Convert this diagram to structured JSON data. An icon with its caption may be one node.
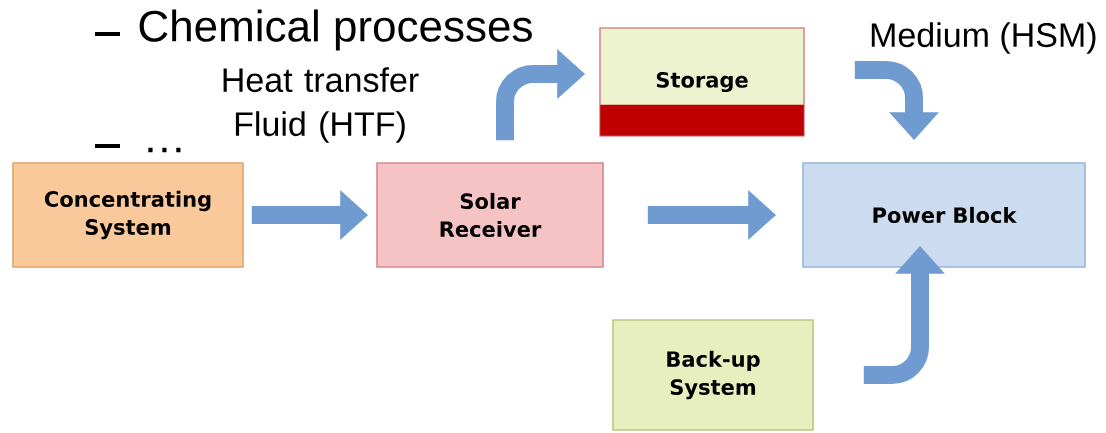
{
  "diagram": {
    "nodes": [
      {
        "text": [
          "Concentrating System"
        ]
      },
      {
        "text": [
          "Solar Receiver"
        ]
      },
      {
        "text": [
          "Storage"
        ]
      },
      {
        "text": [
          "Power Block"
        ]
      },
      {
        "text": [
          "Back-up System"
        ]
      }
    ],
    "edges": [
      {
        "from": 0,
        "to": 1,
        "arrow": "to"
      },
      {
        "from": 1,
        "to": 3,
        "arrow": "to"
      },
      {
        "from": 1,
        "to": 2,
        "arrow": "to"
      },
      {
        "from": 2,
        "to": 3,
        "arrow": "to"
      },
      {
        "from": 4,
        "to": 3,
        "arrow": "to"
      }
    ],
    "labels": [
      "Chemical processes",
      "…",
      "Heat transfer Fluid (HTF)",
      "Medium (HSM)"
    ]
  }
}
